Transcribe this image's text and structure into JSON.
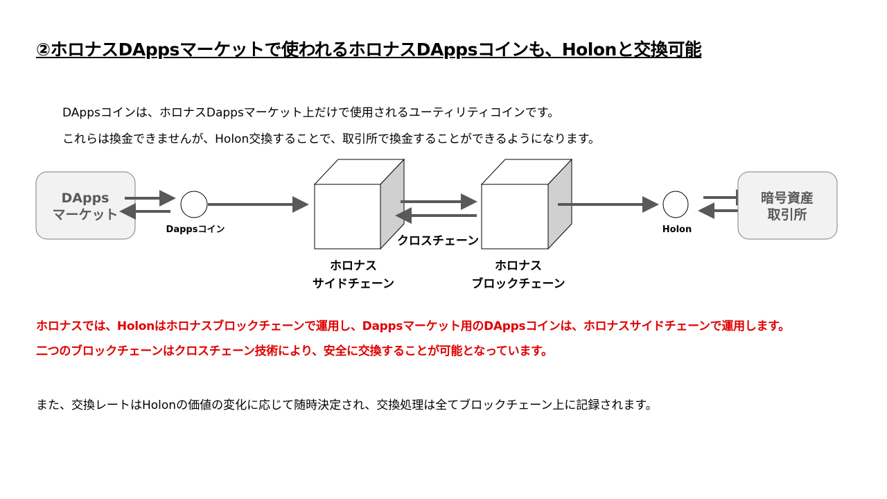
{
  "title": "②ホロナスDAppsマーケットで使われるホロナスDAppsコインも、Holonと交換可能",
  "intro": [
    "DAppsコインは、ホロナスDappsマーケット上だけで使用されるユーティリティコインです。",
    "これらは換金できませんが、Holon交換することで、取引所で換金することができるようになります。"
  ],
  "diagram": {
    "dapps_market": [
      "DApps",
      "マーケット"
    ],
    "dapps_coin": "Dappsコイン",
    "side_chain": [
      "ホロナス",
      "サイドチェーン"
    ],
    "cross_chain": "クロスチェーン",
    "block_chain": [
      "ホロナス",
      "ブロックチェーン"
    ],
    "holon": "Holon",
    "exchange": [
      "暗号資産",
      "取引所"
    ]
  },
  "highlight": [
    "ホロナスでは、Holonはホロナスブロックチェーンで運用し、Dappsマーケット用のDAppsコインは、ホロナスサイドチェーンで運用します。",
    "二つのブロックチェーンはクロスチェーン技術により、安全に交換することが可能となっています。"
  ],
  "note": "また、交換レートはHolonの価値の変化に応じて随時決定され、交換処理は全てブロックチェーン上に記録されます。",
  "colors": {
    "highlight": "#e00000",
    "arrow": "#595959",
    "box_fill": "#f2f2f2",
    "cube_side": "#d0d0d0"
  }
}
